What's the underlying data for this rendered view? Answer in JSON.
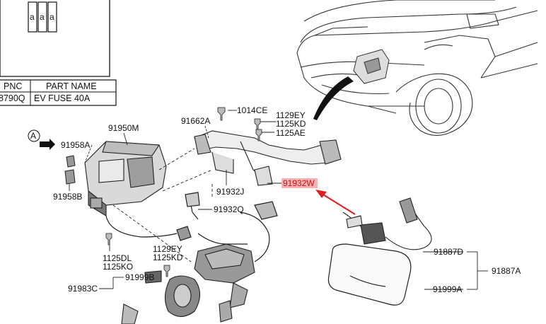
{
  "legend_box": {
    "cells": [
      "a",
      "a",
      "a"
    ]
  },
  "parts_table": {
    "headers": [
      "PNC",
      "PART NAME"
    ],
    "rows": [
      [
        "8790Q",
        "EV FUSE 40A"
      ]
    ]
  },
  "view_marker": "A",
  "labels": {
    "p1014CE": "1014CE",
    "p1129EY_top": "1129EY",
    "p1125KD_top": "1125KD",
    "p1125AE": "1125AE",
    "p91662A": "91662A",
    "p91950M": "91950M",
    "p91958A": "91958A",
    "p91958B": "91958B",
    "p91932J": "91932J",
    "p91932W": "91932W",
    "p91932Q": "91932Q",
    "p1125DL": "1125DL",
    "p1125KO": "1125KO",
    "p1129EY_low": "1129EY",
    "p1125KD_low": "1125KD",
    "p91999B": "91999B",
    "p91983C": "91983C",
    "p91887D": "91887D",
    "p91887A": "91887A",
    "p91999A": "91999A"
  },
  "colors": {
    "highlight": "#f6b3b3",
    "arrow": "#e02020",
    "ink": "#111111"
  }
}
